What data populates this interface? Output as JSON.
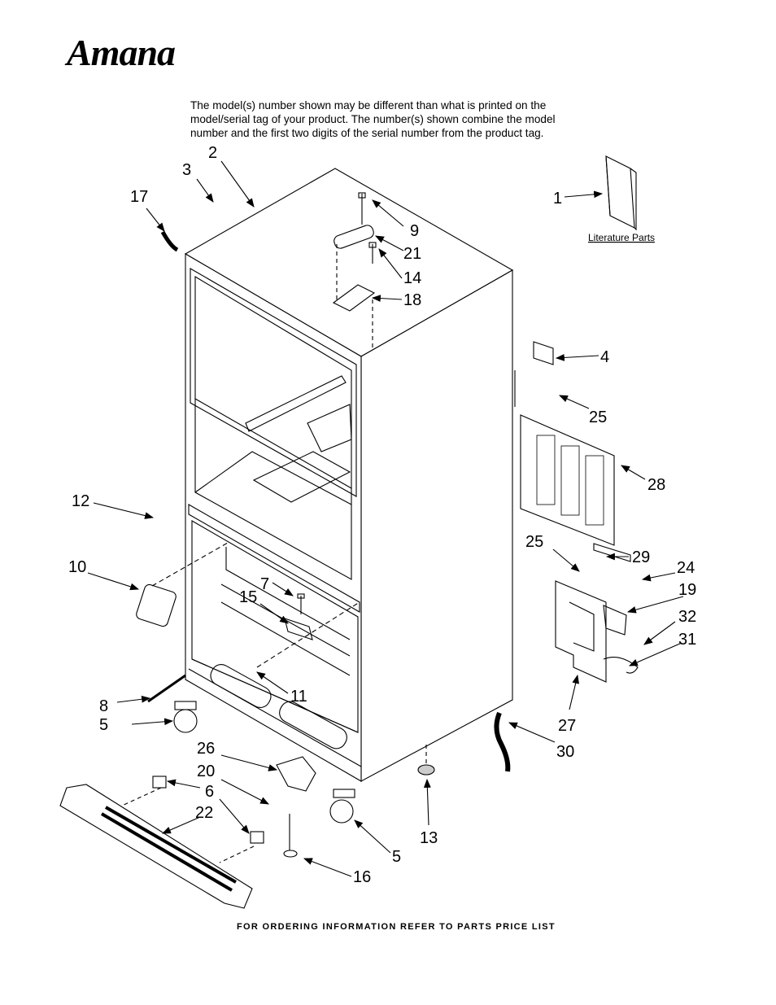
{
  "brand": {
    "logo_text": "Amana"
  },
  "header": {
    "note_lines": [
      "The model(s) number shown may be different than what is printed on the",
      "model/serial tag of your product. The number(s) shown combine the model",
      "number and the first two digits of the serial number from the product tag."
    ]
  },
  "diagram": {
    "literature_label": "Literature Parts",
    "callouts": {
      "c1": "1",
      "c2": "2",
      "c3": "3",
      "c4": "4",
      "c5a": "5",
      "c5b": "5",
      "c6": "6",
      "c7": "7",
      "c8": "8",
      "c9": "9",
      "c10": "10",
      "c11": "11",
      "c12": "12",
      "c13": "13",
      "c14": "14",
      "c15": "15",
      "c16": "16",
      "c17": "17",
      "c18": "18",
      "c19": "19",
      "c20": "20",
      "c21": "21",
      "c22": "22",
      "c24": "24",
      "c25a": "25",
      "c25b": "25",
      "c26": "26",
      "c27": "27",
      "c28": "28",
      "c29": "29",
      "c30": "30",
      "c31": "31",
      "c32": "32"
    }
  },
  "footer": {
    "text": "FOR ORDERING INFORMATION REFER TO PARTS PRICE LIST"
  }
}
